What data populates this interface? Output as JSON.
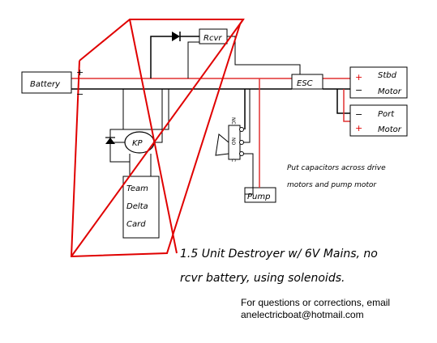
{
  "components": {
    "battery": "Battery",
    "receiver": "Rcvr",
    "esc": "ESC",
    "stbd_motor": {
      "line1": "Stbd",
      "line2": "Motor"
    },
    "port_motor": {
      "line1": "Port",
      "line2": "Motor"
    },
    "pump": "Pump",
    "kp": "KP",
    "team_delta_card": {
      "line1": "Team",
      "line2": "Delta",
      "line3": "Card"
    },
    "solenoid_contacts": {
      "nc": "NC",
      "no": "NO",
      "c": "C"
    }
  },
  "polarity": {
    "plus": "+",
    "minus": "−"
  },
  "note": {
    "line1": "Put capacitors across drive",
    "line2": "motors and pump motor"
  },
  "title": {
    "line1": "1.5 Unit Destroyer w/ 6V Mains, no",
    "line2": "rcvr battery, using solenoids."
  },
  "contact": {
    "line1": "For questions or corrections, email",
    "line2": "anelectricboat@hotmail.com"
  },
  "colors": {
    "wire_positive": "#e03030",
    "outline_red": "#e00000",
    "ink": "#000000"
  }
}
